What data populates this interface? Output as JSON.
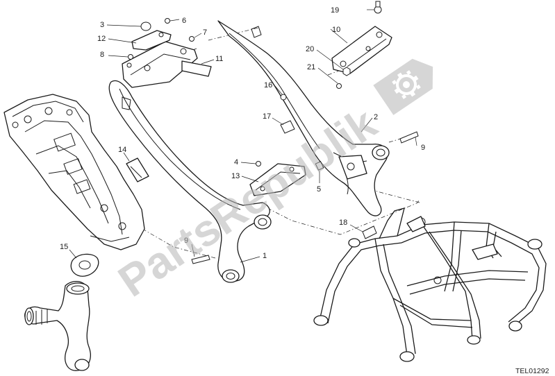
{
  "diagram": {
    "drawing_code": "TEL01292",
    "watermark_text": "PartsRepublik",
    "callouts": [
      "1",
      "2",
      "3",
      "4",
      "5",
      "6",
      "7",
      "8",
      "9",
      "9",
      "10",
      "11",
      "12",
      "13",
      "14",
      "15",
      "16",
      "17",
      "18",
      "19",
      "20",
      "21"
    ]
  }
}
